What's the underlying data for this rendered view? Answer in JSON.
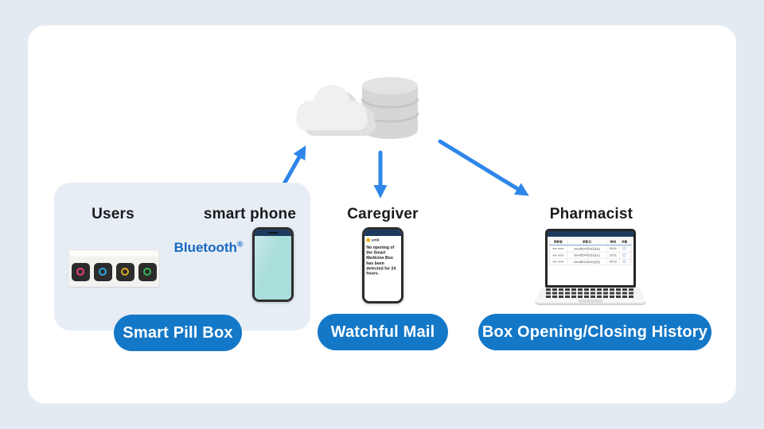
{
  "colors": {
    "button_blue": "#1478c8",
    "arrow_blue": "#2e86e9",
    "bluetooth_blue": "#1668c0",
    "yellow": "#f6cf6e",
    "navy": "#1d3b5e",
    "screen_mint": "#a9dedb"
  },
  "users_box": {
    "users_label": "Users",
    "smartphone_label": "smart phone",
    "bluetooth_label": "Bluetooth",
    "bluetooth_reg": "®"
  },
  "pillbox": {
    "slot_colors": [
      "#e8437a",
      "#2aa7de",
      "#d9a91f",
      "#3cb554"
    ]
  },
  "caregiver": {
    "label": "Caregiver",
    "app_name": "smk",
    "message": "No opening of the Smart Medicine Box has been detected for 24 hours."
  },
  "pharmacist": {
    "label": "Pharmacist",
    "table": {
      "headers": [
        "更新者",
        "更新日",
        "時刻",
        "状態"
      ],
      "rows": [
        [
          "xxx xxxx",
          "20xx年04月26日(水)",
          "09:01"
        ],
        [
          "xxx xxxx",
          "20xx年04月25日(火)",
          "20:01"
        ],
        [
          "xxx xxxx",
          "20xx年04月24日(月)",
          "09:12"
        ]
      ]
    }
  },
  "buttons": {
    "smart_pill_box": "Smart Pill Box",
    "watchful_mail": "Watchful Mail",
    "box_history": "Box Opening/Closing History"
  }
}
